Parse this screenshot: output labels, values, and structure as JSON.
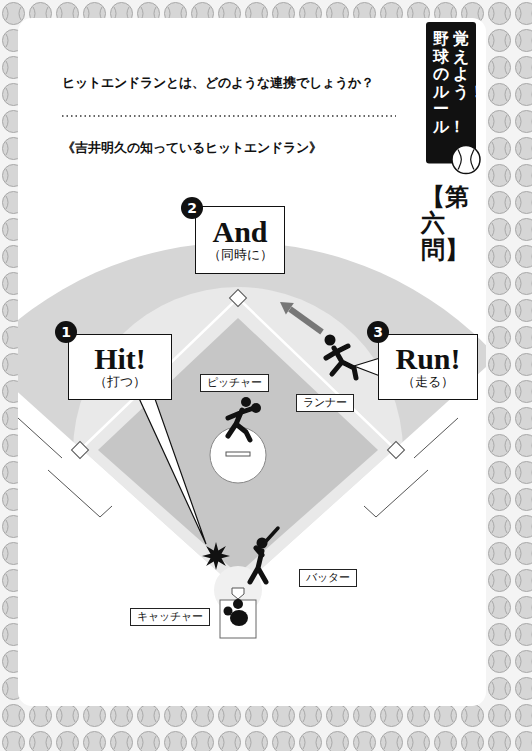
{
  "diagram": {
    "title": "ヒットエンドランとは、どのような連携でしょうか？",
    "nodes": [
      {
        "text": [
          "覚えよう！",
          "野球のルール！"
        ]
      },
      {
        "text": [
          "2"
        ]
      },
      {
        "text": [
          "And",
          "（同時に）"
        ]
      },
      {
        "text": [
          "1"
        ]
      },
      {
        "text": [
          "Hit!",
          "（打つ）"
        ]
      },
      {
        "text": [
          "3"
        ]
      },
      {
        "text": [
          "Run!",
          "（走る）"
        ]
      },
      {
        "text": [
          "ピッチャー"
        ]
      },
      {
        "text": [
          "ランナー"
        ]
      },
      {
        "text": [
          "バッター"
        ]
      },
      {
        "text": [
          "キャッチャー"
        ]
      }
    ],
    "labels": [
      "《吉井明久の知っているヒットエンドラン》",
      "【第六問】"
    ]
  }
}
